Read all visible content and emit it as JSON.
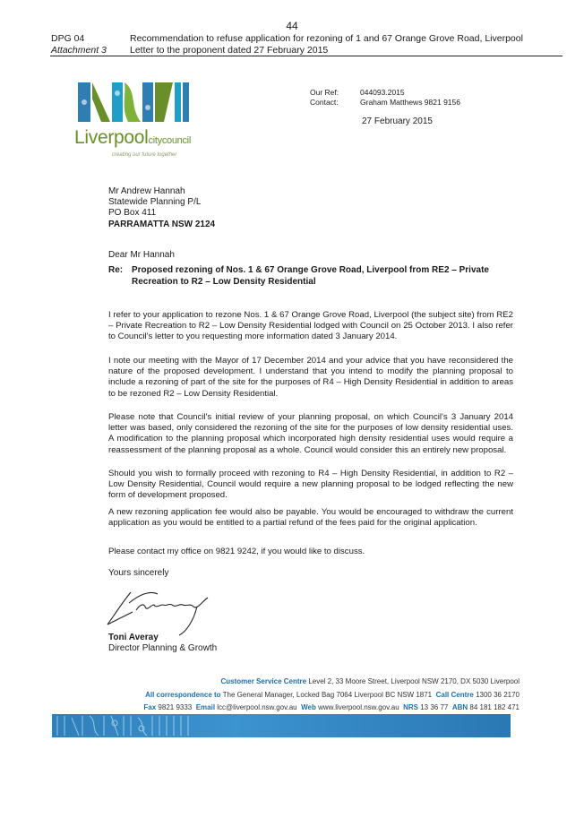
{
  "page_number": "44",
  "header": {
    "code": "DPG 04",
    "attachment": "Attachment 3",
    "title_line1": "Recommendation to refuse application for rezoning of 1 and 67 Orange Grove Road, Liverpool",
    "title_line2": "Letter to the proponent dated 27 February 2015"
  },
  "logo": {
    "word": "Liverpool",
    "suffix": "citycouncil",
    "tagline": "creating our future together"
  },
  "reference": {
    "our_ref_label": "Our Ref:",
    "our_ref_value": "044093.2015",
    "contact_label": "Contact:",
    "contact_value": "Graham Matthews 9821 9156",
    "date": "27 February 2015"
  },
  "recipient": {
    "name": "Mr Andrew Hannah",
    "company": "Statewide Planning P/L",
    "po_box": "PO Box 411",
    "city": "PARRAMATTA NSW 2124"
  },
  "salutation": "Dear Mr Hannah",
  "subject": {
    "prefix": "Re:",
    "line1": "Proposed rezoning of Nos. 1 & 67 Orange Grove Road, Liverpool from RE2 – Private",
    "line2": "Recreation to R2 – Low Density Residential"
  },
  "paragraphs": [
    "I refer to your application to rezone Nos. 1 & 67 Orange Grove Road, Liverpool (the subject site) from RE2 – Private Recreation to R2 – Low Density Residential lodged with Council on 25 October 2013. I also refer to Council's letter to you requesting more information dated 3 January 2014.",
    "I note our meeting with the Mayor of 17 December 2014 and your advice that you have reconsidered the nature of the proposed development. I understand that you intend to modify the planning proposal to include a rezoning of part of the site for the purposes of R4 – High Density Residential in addition to areas to be rezoned R2 – Low Density Residential.",
    "Please note that Council's initial review of your planning proposal, on which Council's 3 January 2014 letter was based, only considered the rezoning of the site for the purposes of low density residential uses. A modification to the planning proposal which incorporated high density residential uses would require a reassessment of the planning proposal as a whole. Council would consider this an entirely new proposal.",
    "Should you wish to formally proceed with rezoning to R4 – High Density Residential, in addition to R2 – Low Density Residential, Council would require a new planning proposal to be lodged reflecting the new form of development proposed.",
    "A new rezoning application fee would also be payable. You would be encouraged to withdraw the current application as you would be entitled to a partial refund of the fees paid for the original application.",
    "Please contact my office on 9821 9242, if you would like to discuss."
  ],
  "closing": "Yours sincerely",
  "signatory": {
    "name": "Toni Averay",
    "title": "Director Planning & Growth"
  },
  "footer": {
    "csc_label": "Customer Service Centre",
    "csc_value": "Level 2, 33 Moore Street, Liverpool NSW 2170, DX 5030 Liverpool",
    "corr_label": "All correspondence to",
    "corr_value": "The General Manager, Locked Bag 7064 Liverpool BC NSW 1871",
    "call_label": "Call Centre",
    "call_value": "1300 36 2170",
    "fax_label": "Fax",
    "fax_value": "9821 9333",
    "email_label": "Email",
    "email_value": "lcc@liverpool.nsw.gov.au",
    "web_label": "Web",
    "web_value": "www.liverpool.nsw.gov.au",
    "nrs_label": "NRS",
    "nrs_value": "13 36 77",
    "abn_label": "ABN",
    "abn_value": "84 181 182 471"
  },
  "colors": {
    "brand_green": "#6a8f2a",
    "brand_blue": "#1d6fa8"
  }
}
